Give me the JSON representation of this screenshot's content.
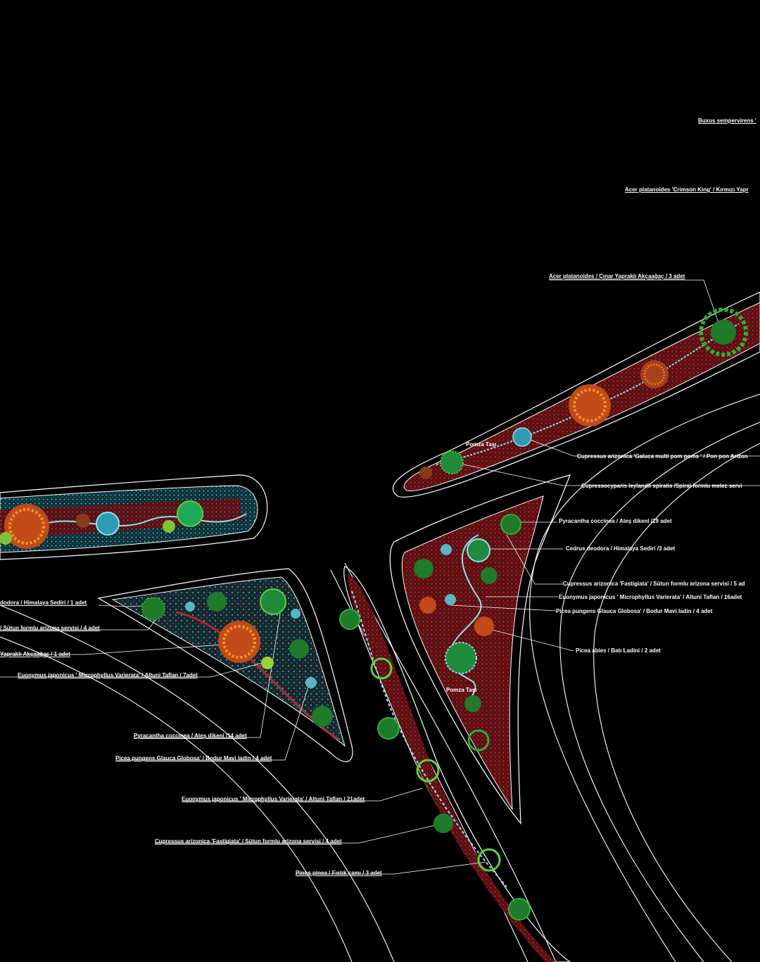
{
  "labels": {
    "buxus": "Buxus sempervirens '",
    "acer_crimson": "Acer platanoides 'Crimson King' / Kırmızı Yapr",
    "acer_platanoides": "Acer platanoides / Çınar Yapraklı Akçaağaç / 3 adet",
    "pomza_top": "Pomza Taşı",
    "cupressus_glauca": "Cupressus arizonica 'Galuca multi pom poms ' / Pon pon Arizon",
    "cupressocyparis": "Cupressocyparis leylandii spiralis /Spiral formlu melez servi",
    "pyracantha_right": "Pyracantha coccinea / Ateş dikeni /19 adet",
    "cedrus_right": "Cedrus deodora / Himalaya Sediri /3 adet",
    "cupressus_fastigiata_right": "Cupressus arizonica 'Fastigiata' / Sütun formlu arizona servisi / 5 ad",
    "euonymus_right": "Euonymus japonicus ' Microphyllus Varierata' / Altuni Taflan / 16adet",
    "picea_glauca_right": "Picea pungens Glauca Globosa' / Bodur Mavi ladin / 4 adet",
    "picea_abies": "Picea abies / Batı Ladini / 2 adet",
    "pomza_mid": "Pomza Taşı",
    "cedrus_left": "dodora / Himalaya Sediri / 1 adet",
    "sutun_left": "/ Sütun formlu arizona servisi / 4 adet",
    "akcaagac_left": "Yapraklı Akçaağaç / 1 adet",
    "euonymus_left": "Euonymus japonicus ' Microphyllus Varierata' / Altuni Taflan / 7adet",
    "pyracantha_left": "Pyracantha coccinea / Ateş dikeni /14 adet",
    "picea_glauca_left": "Picea pungens Glauca Globosa' / Bodur Mavi ladin / 4 adet",
    "euonymus_bottom": "Euonymus japonicus ' Microphyllus Varierata' / Altuni Taflan / 21adet",
    "cupressus_bottom": "Cupressus arizonica 'Fastigiata' / Sütun formlu arizona servisi / 4 adet",
    "pinus": "Pinus pinea / Fıstık çamı / 3 adet"
  },
  "colors": {
    "background": "#000000",
    "outline": "#ffffff",
    "bed_red": "#7a1418",
    "bed_cyan": "#1a5a66",
    "tree_green": "#2fae3a",
    "tree_bright_green": "#5fd23a",
    "tree_orange": "#e4631c",
    "tree_cyan": "#3bb6c9",
    "path_cyan": "#8fe3f0"
  },
  "icons": {
    "tree_symbol": "tree-icon",
    "shrub_symbol": "shrub-icon",
    "stone_symbol": "pumice-stone-icon"
  }
}
